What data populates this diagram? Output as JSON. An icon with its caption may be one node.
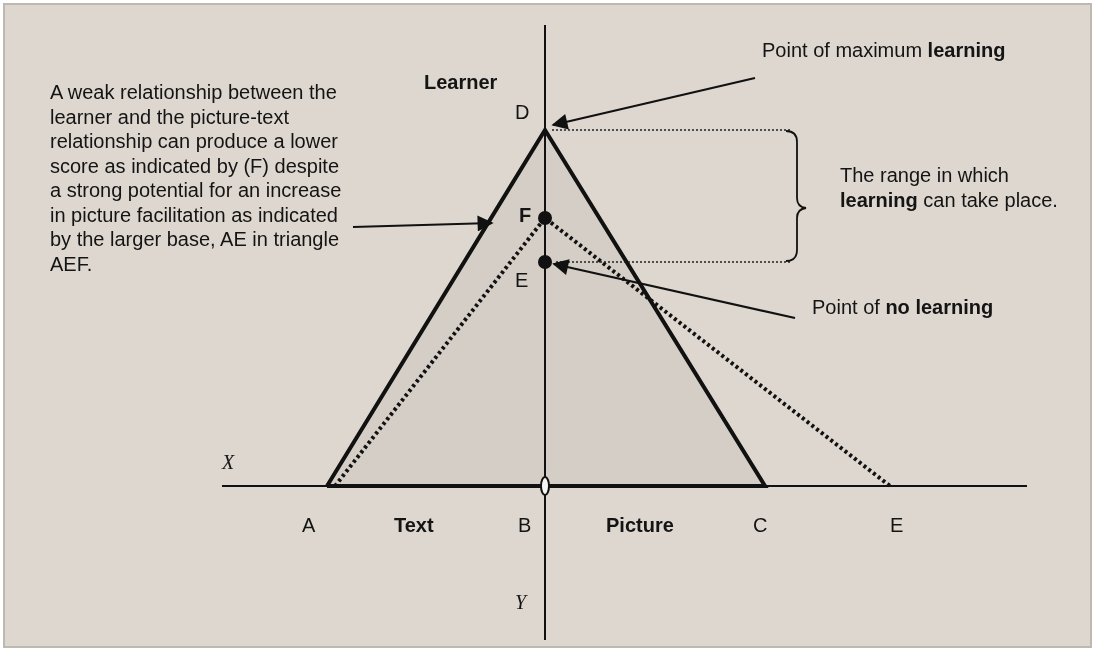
{
  "diagram": {
    "nodes": [
      {
        "text": [
          "Point of maximum **learning**"
        ]
      },
      {
        "text": [
          "A weak relationship between the learner and the picture-text relationship can produce a lower score as indicated by  (F) despite a strong potential for an increase in picture facilitation as indicated by the larger base, AE in triangle AEF."
        ]
      },
      {
        "text": [],
        "shape": "circle"
      },
      {
        "text": [],
        "shape": "circle"
      },
      {
        "text": [
          "Point of **no learning**"
        ]
      }
    ],
    "edges": [
      {
        "from": 0,
        "to": null,
        "arrow": "to"
      },
      {
        "from": 1,
        "to": null,
        "arrow": "to"
      },
      {
        "from": 4,
        "to": 3,
        "arrow": "to"
      }
    ],
    "labels": [
      "Learner",
      "D",
      "The range in which **learning** can take place.",
      "F",
      "E",
      "X",
      "A",
      "Text",
      "B",
      "Picture",
      "C",
      "E",
      "Y"
    ]
  }
}
